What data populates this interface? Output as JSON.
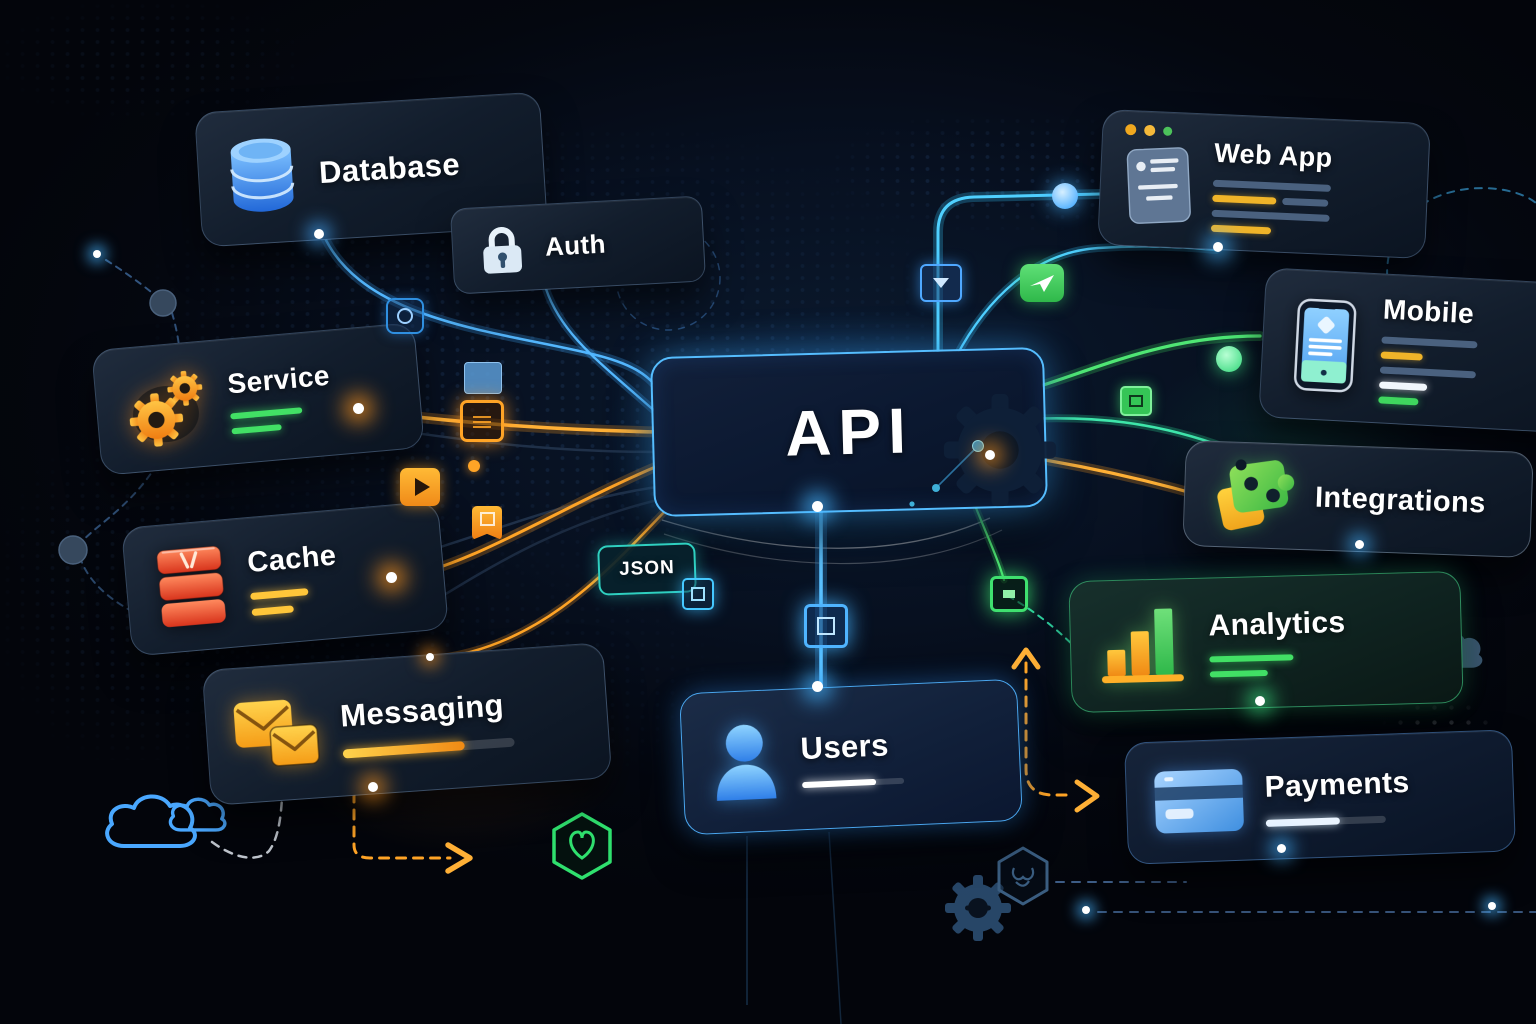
{
  "diagram": {
    "center": {
      "label": "API",
      "icon": "gear-watermark-icon"
    },
    "cards": [
      {
        "id": "database",
        "label": "Database",
        "icon": "database-icon"
      },
      {
        "id": "auth",
        "label": "Auth",
        "icon": "lock-icon"
      },
      {
        "id": "service",
        "label": "Service",
        "icon": "gears-icon",
        "meta": "two-green-lines"
      },
      {
        "id": "cache",
        "label": "Cache",
        "icon": "cache-stack-icon",
        "meta": "two-yellow-lines"
      },
      {
        "id": "messaging",
        "label": "Messaging",
        "icon": "mail-icon",
        "meta": "orange-progress-bar"
      },
      {
        "id": "users",
        "label": "Users",
        "icon": "user-icon",
        "meta": "white-progress-bar"
      },
      {
        "id": "web-app",
        "label": "Web App",
        "icon": "browser-icon",
        "meta": "blue-yellow-lines"
      },
      {
        "id": "mobile",
        "label": "Mobile",
        "icon": "phone-icon",
        "meta": "blue-yellow-green-lines"
      },
      {
        "id": "integrations",
        "label": "Integrations",
        "icon": "puzzle-icon"
      },
      {
        "id": "analytics",
        "label": "Analytics",
        "icon": "bar-chart-icon",
        "meta": "two-green-lines"
      },
      {
        "id": "payments",
        "label": "Payments",
        "icon": "credit-card-icon",
        "meta": "white-progress-bar"
      }
    ],
    "badges": [
      {
        "id": "json",
        "label": "JSON"
      }
    ],
    "decorations": [
      "cloud-icon",
      "heart-hexagon-icon",
      "gear-icon",
      "crest-hexagon-icon",
      "slate-cloud-icon",
      "world-map-dots",
      "dashed-arrows"
    ],
    "colors": {
      "background": "#04070f",
      "blue": "#3fa9ff",
      "cyan": "#35c8ff",
      "green": "#3fd65e",
      "teal": "#2fe6a0",
      "orange": "#ffa426",
      "yellow": "#ffc63a",
      "red": "#e8472e",
      "card": "#131c2b",
      "text": "#ffffff"
    }
  }
}
